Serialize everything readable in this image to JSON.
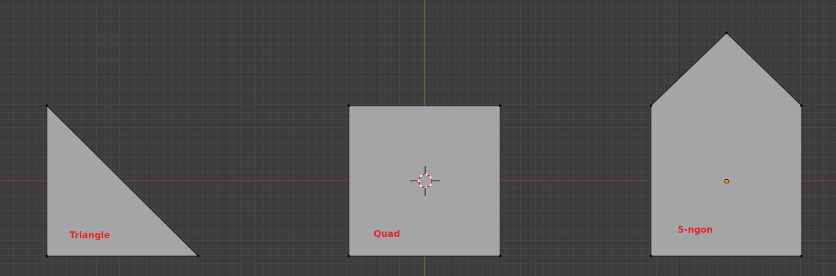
{
  "viewport": {
    "colors": {
      "background": "#3d3d3d",
      "x_axis": "#8e3131",
      "y_axis": "#6a8e26",
      "face": "#a4a5a7",
      "edge": "#1f1f1f",
      "vertex": "#111111",
      "label": "#e8242a",
      "origin": "#ff8a1a"
    }
  },
  "objects": [
    {
      "id": "triangle",
      "label": "Triangle"
    },
    {
      "id": "quad",
      "label": "Quad"
    },
    {
      "id": "ngon",
      "label": "5-ngon"
    }
  ],
  "cursor": {
    "icon": "3d-cursor-icon"
  },
  "origin": {
    "icon": "object-origin-icon"
  }
}
